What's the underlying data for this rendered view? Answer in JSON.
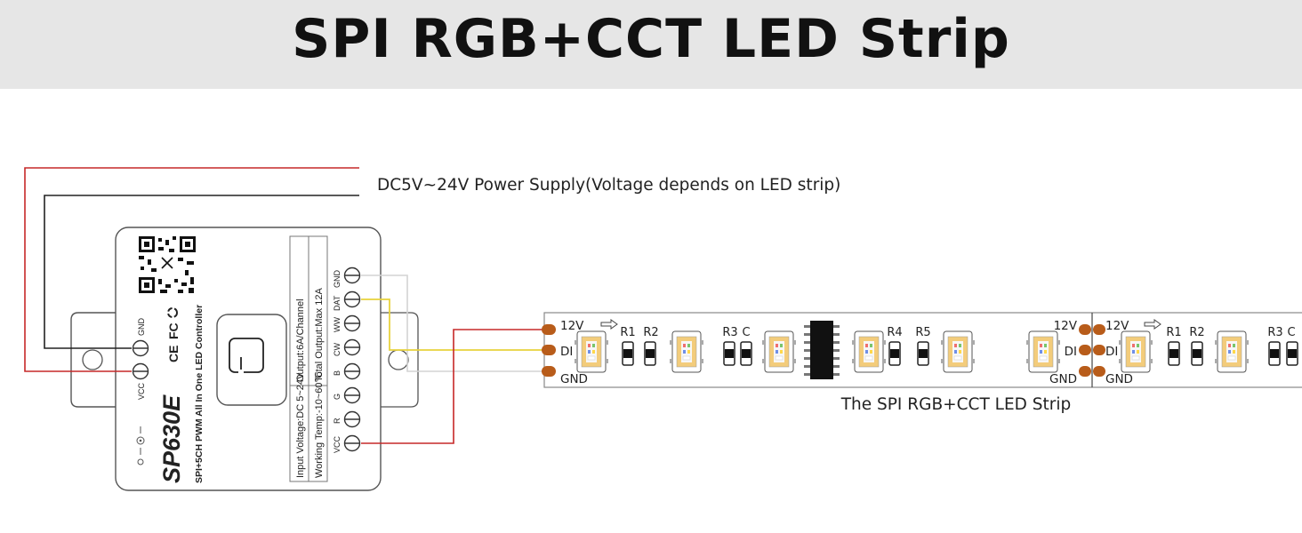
{
  "title": "SPI RGB+CCT LED Strip",
  "power_supply_label": "DC5V~24V Power Supply(Voltage depends on LED strip)",
  "strip_caption": "The SPI RGB+CCT LED Strip",
  "controller": {
    "model": "SP630E",
    "subtitle": "SPI+5CH PWM All In One LED Controller",
    "specs": [
      "Output:6A/Channel",
      "Total Output:Max 12A",
      "Input Voltage:DC 5~24V",
      "Working Temp:-10~60℃"
    ],
    "certifications": [
      "CE",
      "FC"
    ],
    "power_terminals": [
      "GND",
      "VCC"
    ],
    "output_terminals": [
      "GND",
      "DAT",
      "WW",
      "CW",
      "B",
      "G",
      "R",
      "VCC"
    ],
    "icons": [
      "qr-code-icon",
      "power-button-icon",
      "recycle-icon",
      "dc-polarity-icon"
    ]
  },
  "strip": {
    "input_pads": [
      "12V",
      "DI",
      "GND"
    ],
    "output_pads": [
      "12V",
      "DI",
      "GND"
    ],
    "components": [
      "R1",
      "R2",
      "R3",
      "C",
      "R4",
      "R5",
      "R1",
      "R2",
      "R3",
      "C"
    ],
    "icons": [
      "direction-arrow-icon"
    ]
  },
  "colors": {
    "vcc_wire": "#c62828",
    "gnd_wire": "#222222",
    "data_wire": "#e8d23c",
    "white_wire": "#d4d4d4",
    "pad": "#b85c1a",
    "banner": "#e6e6e6"
  }
}
